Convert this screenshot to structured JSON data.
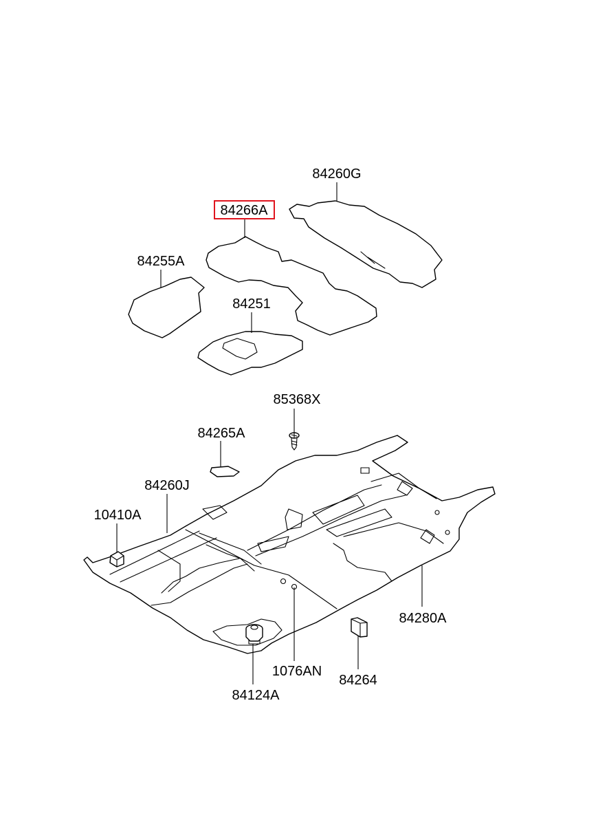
{
  "labels": {
    "p84260G": "84260G",
    "p84266A": "84266A",
    "p84255A": "84255A",
    "p84251": "84251",
    "p85368X": "85368X",
    "p84265A": "84265A",
    "p84260J": "84260J",
    "p10410A": "10410A",
    "p84280A": "84280A",
    "p1076AN": "1076AN",
    "p84264": "84264",
    "p84124A": "84124A"
  },
  "highlight_color": "#e0141e"
}
